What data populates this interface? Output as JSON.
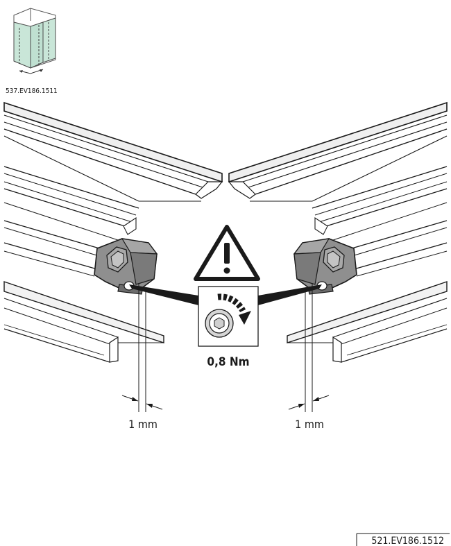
{
  "thumbnail": {
    "code": "537.EV186.1511",
    "glass_color": "#c9e6d8"
  },
  "warning": {
    "icon": "warning-triangle-icon"
  },
  "torque": {
    "icon": "hex-key-rotate-icon",
    "value": "0,8 Nm"
  },
  "gaps": {
    "left": "1 mm",
    "right": "1 mm"
  },
  "figure": {
    "code": "521.EV186.1512"
  },
  "colors": {
    "rail_fill": "#e6e6e6",
    "clamp_fill": "#8f8f8f",
    "clamp_dark": "#6c6c6c",
    "line": "#1a1a1a"
  }
}
